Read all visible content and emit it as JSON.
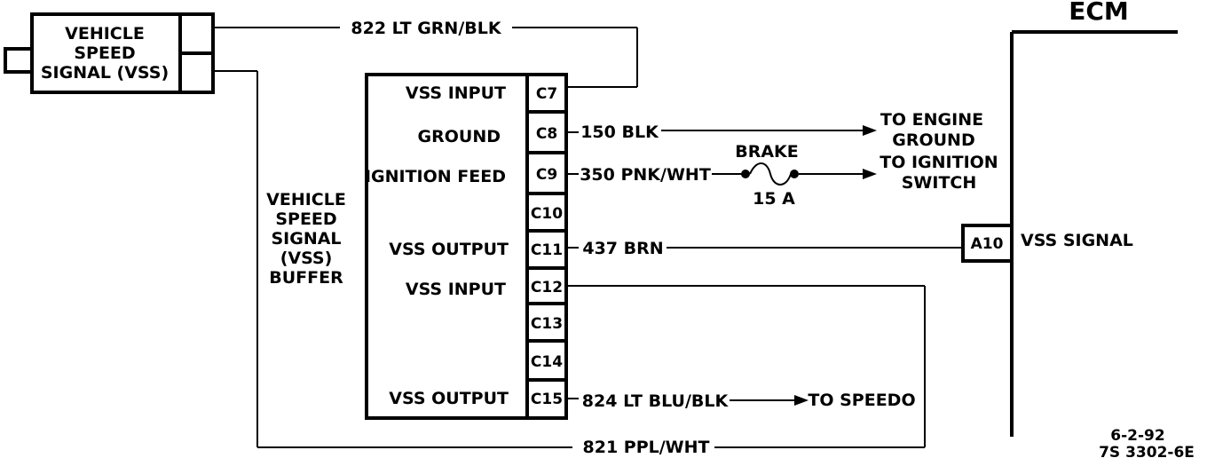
{
  "sensor": {
    "label_lines": [
      "VEHICLE",
      "SPEED",
      "SIGNAL (VSS)"
    ]
  },
  "buffer": {
    "label_lines": [
      "VEHICLE",
      "SPEED",
      "SIGNAL",
      "(VSS)",
      "BUFFER"
    ],
    "pins": [
      {
        "id": "C7",
        "name": "VSS INPUT"
      },
      {
        "id": "C8",
        "name": "GROUND"
      },
      {
        "id": "C9",
        "name": "IGNITION FEED"
      },
      {
        "id": "C10",
        "name": ""
      },
      {
        "id": "C11",
        "name": "VSS OUTPUT"
      },
      {
        "id": "C12",
        "name": "VSS INPUT"
      },
      {
        "id": "C13",
        "name": ""
      },
      {
        "id": "C14",
        "name": ""
      },
      {
        "id": "C15",
        "name": "VSS OUTPUT"
      }
    ]
  },
  "wires": {
    "w822": "822 LT GRN/BLK",
    "w150": "150 BLK",
    "w350": "350 PNK/WHT",
    "w437": "437 BRN",
    "w824": "824 LT BLU/BLK",
    "w821": "821 PPL/WHT"
  },
  "destinations": {
    "engine_ground": [
      "TO ENGINE",
      "GROUND"
    ],
    "ignition_switch": [
      "TO IGNITION",
      "SWITCH"
    ],
    "speedo": "TO SPEEDO"
  },
  "fuse": {
    "name": "BRAKE",
    "rating": "15 A"
  },
  "ecm": {
    "title": "ECM",
    "pin": "A10",
    "pin_label": "VSS SIGNAL"
  },
  "footer": {
    "date": "6-2-92",
    "doc_number": "7S 3302-6E"
  }
}
